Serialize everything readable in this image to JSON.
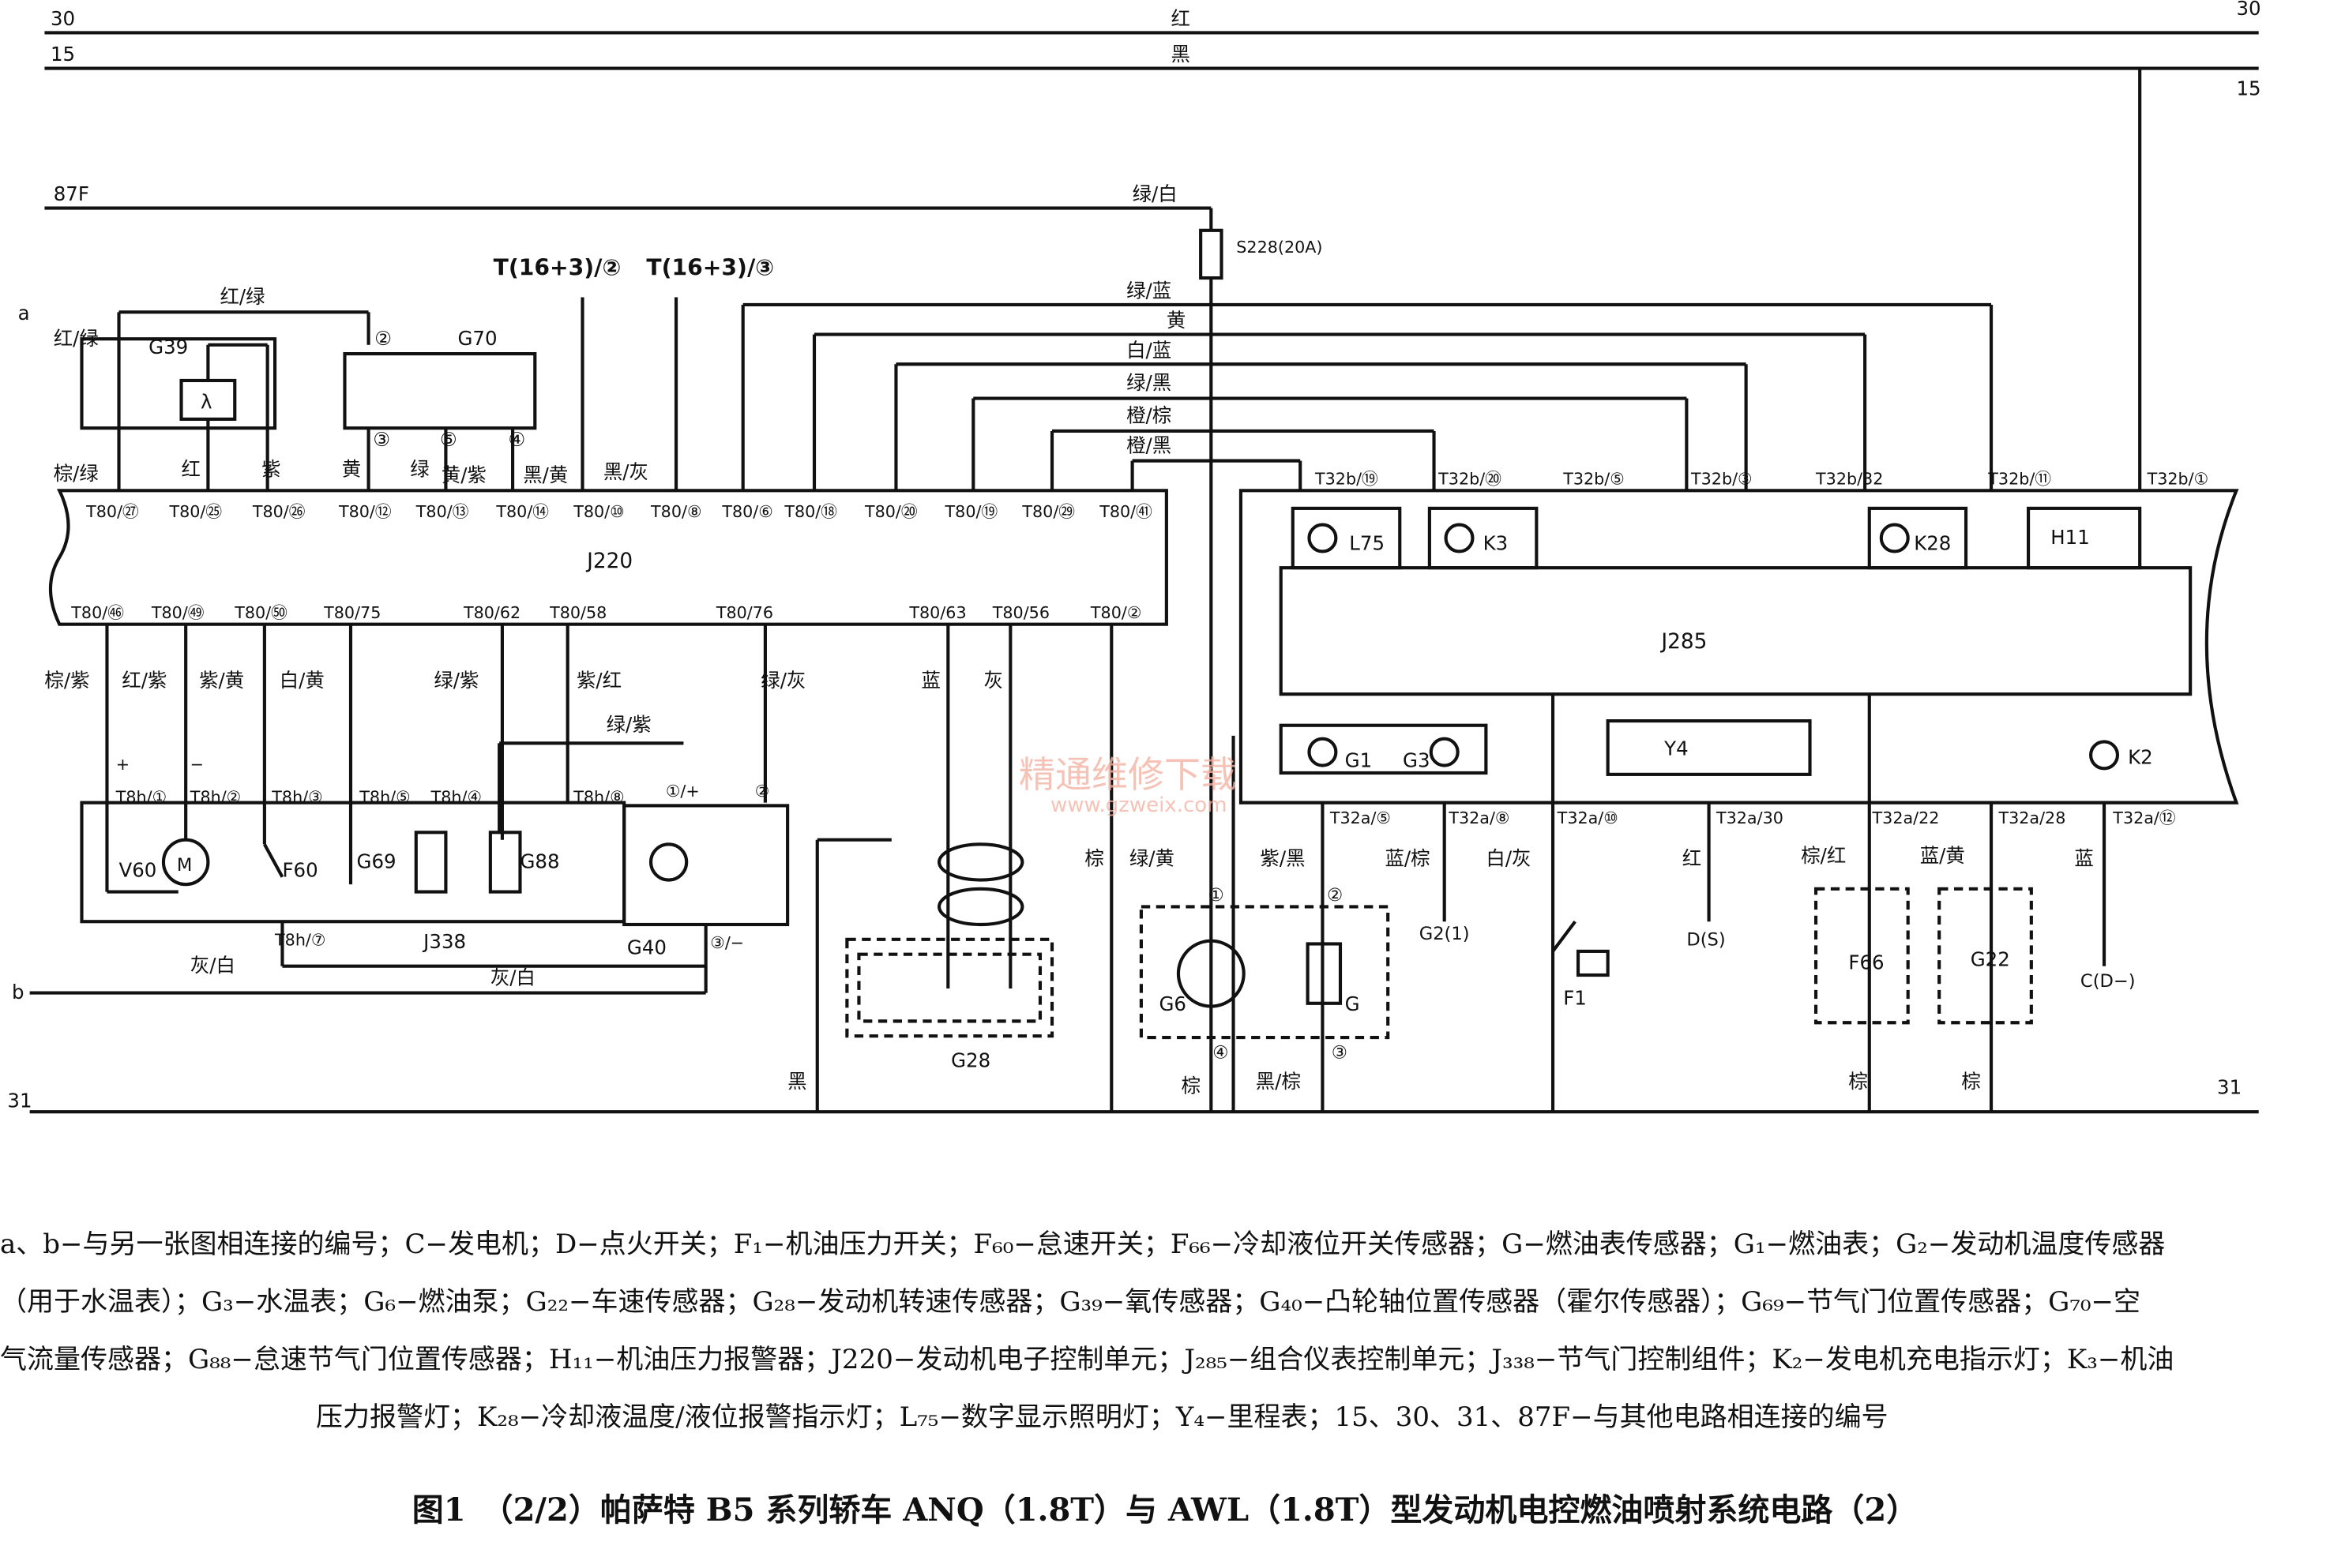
{
  "rails": {
    "r30": "30",
    "r15": "15",
    "r87f": "87F",
    "r31": "31",
    "red": "红",
    "black": "黑",
    "r30_right": "30",
    "r15_right": "15",
    "r31_right": "31"
  },
  "connectors": {
    "a": "a",
    "b": "b",
    "t16_2": "T(16+3)/②",
    "t16_3": "T(16+3)/③",
    "fuse": "S228(20A)"
  },
  "components": {
    "g39": "G39",
    "g70": "G70",
    "j220": "J220",
    "j285": "J285",
    "j338": "J338",
    "v60": "V60",
    "f60": "F60",
    "g69": "G69",
    "g88": "G88",
    "g40": "G40",
    "g28": "G28",
    "g6": "G6",
    "g": "G",
    "f1": "F1",
    "f66": "F66",
    "g22": "G22",
    "l75": "L75",
    "k3": "K3",
    "k28": "K28",
    "h11": "H11",
    "g1": "G1",
    "g3": "G3",
    "y4": "Y4",
    "k2": "K2",
    "g2_1": "G2(1)",
    "ds": "D(S)",
    "cd": "C(D−)",
    "lambda": "λ",
    "m": "M"
  },
  "wires_top": [
    "绿/白",
    "绿/蓝",
    "黄",
    "白/蓝",
    "绿/黑",
    "橙/棕",
    "橙/黑"
  ],
  "wires_g39": {
    "red_green_top": "红/绿",
    "red_green_left": "红/绿",
    "brown_green": "棕/绿",
    "red": "红",
    "purple": "紫"
  },
  "g70_pins": [
    "②",
    "③",
    "⑤",
    "④"
  ],
  "g70_wires": [
    "黄",
    "绿",
    "黄/紫",
    "黑/黄",
    "黑/灰"
  ],
  "t80_top": [
    "T80/㉗",
    "T80/㉕",
    "T80/㉖",
    "T80/⑫",
    "T80/⑬",
    "T80/⑭",
    "T80/⑩",
    "T80/⑧",
    "T80/⑥",
    "T80/⑱",
    "T80/⑳",
    "T80/⑲",
    "T80/㉙",
    "T80/㊶"
  ],
  "t80_bottom": [
    "T80/㊻",
    "T80/㊾",
    "T80/㊿",
    "T80/75",
    "T80/62",
    "T80/58",
    "T80/76",
    "T80/63",
    "T80/56",
    "T80/②"
  ],
  "wires_bottom": [
    "棕/紫",
    "红/紫",
    "紫/黄",
    "白/黄",
    "绿/紫",
    "紫/红",
    "绿/灰",
    "蓝",
    "灰",
    "绿/紫"
  ],
  "t8h": [
    "T8h/①",
    "T8h/②",
    "T8h/③",
    "T8h/⑤",
    "T8h/④",
    "T8h/⑧",
    "T8h/⑦"
  ],
  "g40_pins": [
    "①/+",
    "②",
    "③/−"
  ],
  "misc_wires": {
    "gray_white1": "灰/白",
    "gray_white2": "灰/白",
    "brown": "棕",
    "black": "黑",
    "green_yellow": "绿/黄",
    "purple_black": "紫/黑",
    "blue_brown": "蓝/棕",
    "white_gray": "白/灰",
    "red": "红",
    "brown_red": "棕/红",
    "blue_yellow": "蓝/黄",
    "blue": "蓝",
    "brown2": "棕",
    "black_brown": "黑/棕",
    "brown3": "棕",
    "brown4": "棕"
  },
  "t32b": [
    "T32b/⑲",
    "T32b/⑳",
    "T32b/⑤",
    "T32b/③",
    "T32b/32",
    "T32b/⑪",
    "T32b/①"
  ],
  "t32a": [
    "T32a/⑤",
    "T32a/⑧",
    "T32a/⑩",
    "T32a/30",
    "T32a/22",
    "T32a/28",
    "T32a/⑫"
  ],
  "pins": {
    "p1": "①",
    "p2": "②",
    "p3": "③",
    "p4": "④",
    "plus": "+",
    "minus": "−"
  },
  "legend": [
    "a、b−与另一张图相连接的编号；C−发电机；D−点火开关；F₁−机油压力开关；F₆₀−怠速开关；F₆₆−冷却液位开关传感器；G−燃油表传感器；G₁−燃油表；G₂−发动机温度传感器",
    "（用于水温表）；G₃−水温表；G₆−燃油泵；G₂₂−车速传感器；G₂₈−发动机转速传感器；G₃₉−氧传感器；G₄₀−凸轮轴位置传感器（霍尔传感器）；G₆₉−节气门位置传感器；G₇₀−空",
    "气流量传感器；G₈₈−怠速节气门位置传感器；H₁₁−机油压力报警器；J220−发动机电子控制单元；J₂₈₅−组合仪表控制单元；J₃₃₈−节气门控制组件；K₂−发电机充电指示灯；K₃−机油",
    "压力报警灯；K₂₈−冷却液温度/液位报警指示灯；L₇₅−数字显示照明灯；Y₄−里程表；15、30、31、87F−与其他电路相连接的编号"
  ],
  "caption": "图1　（2/2）帕萨特 B5 系列轿车 ANQ（1.8T）与 AWL（1.8T）型发动机电控燃油喷射系统电路（2）",
  "watermark": {
    "cn": "精通维修下载",
    "url": "www.gzweix.com"
  }
}
